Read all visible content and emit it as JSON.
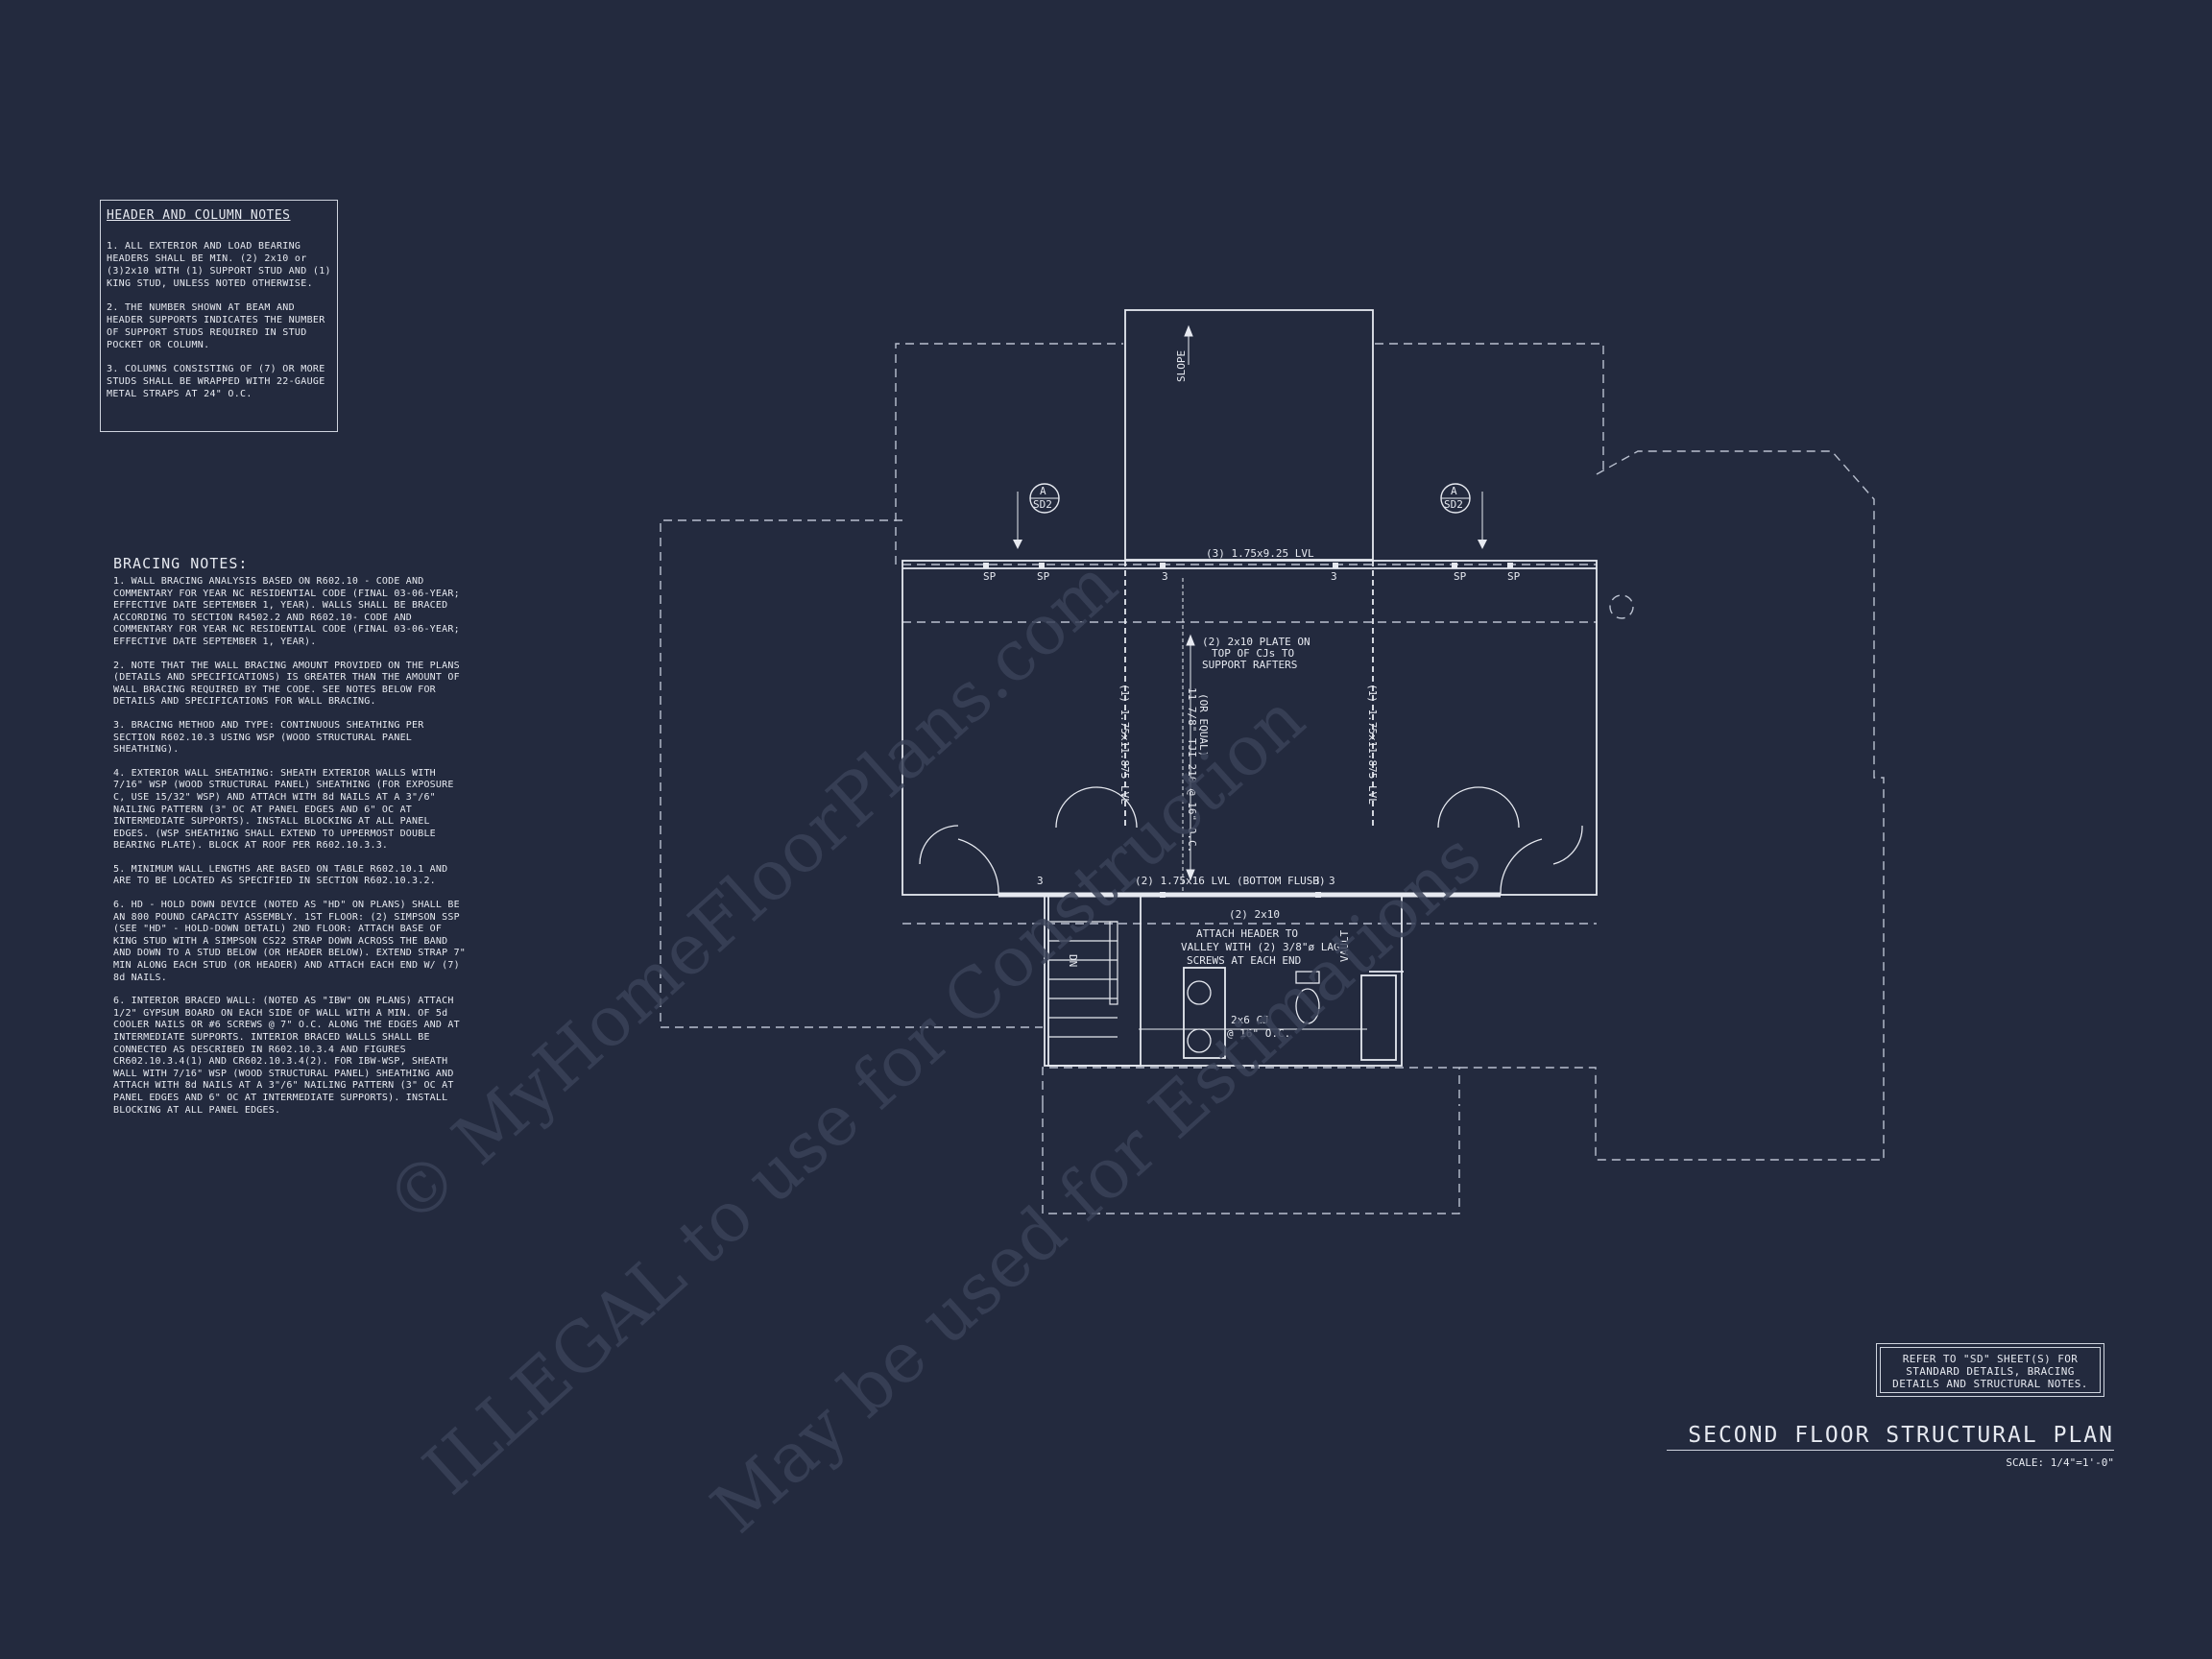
{
  "header_notes": {
    "title": "HEADER AND COLUMN NOTES",
    "items": [
      "1. ALL EXTERIOR AND LOAD BEARING HEADERS SHALL BE MIN. (2) 2x10 or (3)2x10 WITH (1) SUPPORT STUD AND (1) KING STUD, UNLESS NOTED OTHERWISE.",
      "2. THE NUMBER SHOWN AT BEAM AND HEADER SUPPORTS INDICATES THE NUMBER OF SUPPORT STUDS REQUIRED IN STUD POCKET OR COLUMN.",
      "3. COLUMNS CONSISTING OF (7) OR MORE STUDS SHALL BE WRAPPED WITH 22-GAUGE METAL STRAPS AT 24\" O.C."
    ]
  },
  "bracing_notes": {
    "title": "BRACING NOTES:",
    "items": [
      "1. WALL BRACING ANALYSIS BASED ON R602.10 - CODE AND COMMENTARY FOR YEAR NC RESIDENTIAL CODE (FINAL 03-06-YEAR; EFFECTIVE DATE SEPTEMBER 1, YEAR). WALLS SHALL BE BRACED ACCORDING TO SECTION R4502.2 AND R602.10- CODE AND COMMENTARY FOR YEAR NC RESIDENTIAL CODE (FINAL 03-06-YEAR; EFFECTIVE DATE SEPTEMBER 1, YEAR).",
      "2. NOTE THAT THE WALL BRACING AMOUNT PROVIDED ON THE PLANS (DETAILS AND SPECIFICATIONS) IS GREATER THAN THE AMOUNT OF WALL BRACING REQUIRED BY THE CODE. SEE NOTES BELOW FOR DETAILS AND SPECIFICATIONS FOR WALL BRACING.",
      "3. BRACING METHOD AND TYPE: CONTINUOUS SHEATHING PER SECTION R602.10.3 USING WSP (WOOD STRUCTURAL PANEL SHEATHING).",
      "4. EXTERIOR WALL SHEATHING: SHEATH EXTERIOR WALLS WITH 7/16\" WSP (WOOD STRUCTURAL PANEL) SHEATHING (FOR EXPOSURE C, USE 15/32\" WSP) AND ATTACH WITH 8d NAILS AT A 3\"/6\" NAILING PATTERN (3\" OC AT PANEL EDGES AND 6\" OC AT INTERMEDIATE SUPPORTS). INSTALL BLOCKING AT ALL PANEL EDGES. (WSP SHEATHING SHALL EXTEND TO UPPERMOST DOUBLE BEARING PLATE). BLOCK AT ROOF PER R602.10.3.3.",
      "5. MINIMUM WALL LENGTHS ARE BASED ON TABLE R602.10.1 AND ARE TO BE LOCATED AS SPECIFIED IN SECTION R602.10.3.2.",
      "6. HD - HOLD DOWN DEVICE (NOTED AS \"HD\" ON PLANS) SHALL BE AN 800 POUND CAPACITY ASSEMBLY. 1ST FLOOR: (2) SIMPSON SSP (SEE \"HD\" - HOLD-DOWN DETAIL) 2ND FLOOR: ATTACH BASE OF KING STUD WITH A SIMPSON CS22 STRAP DOWN ACROSS THE BAND AND DOWN TO A STUD BELOW (OR HEADER BELOW). EXTEND STRAP 7\" MIN ALONG EACH STUD (OR HEADER) AND ATTACH EACH END W/ (7) 8d NAILS.",
      "6. INTERIOR BRACED WALL: (NOTED AS \"IBW\" ON PLANS) ATTACH 1/2\" GYPSUM BOARD ON EACH SIDE OF WALL WITH A MIN. OF 5d COOLER NAILS OR #6 SCREWS @ 7\" O.C. ALONG THE EDGES AND AT INTERMEDIATE SUPPORTS. INTERIOR BRACED WALLS SHALL BE CONNECTED AS DESCRIBED IN R602.10.3.4 AND FIGURES CR602.10.3.4(1) AND CR602.10.3.4(2). FOR IBW-WSP, SHEATH WALL WITH 7/16\" WSP (WOOD STRUCTURAL PANEL) SHEATHING AND ATTACH WITH 8d NAILS AT A 3\"/6\" NAILING PATTERN (3\" OC AT PANEL EDGES AND 6\" OC AT INTERMEDIATE SUPPORTS). INSTALL BLOCKING AT ALL PANEL EDGES."
    ]
  },
  "reference_box": {
    "lines": [
      "REFER TO \"SD\" SHEET(S) FOR",
      "STANDARD DETAILS, BRACING",
      "DETAILS AND STRUCTURAL NOTES."
    ]
  },
  "plan_title": "SECOND FLOOR STRUCTURAL PLAN",
  "plan_scale": "SCALE: 1/4\"=1'-0\"",
  "plan_labels": {
    "slope": "SLOPE",
    "section_letter": "A",
    "section_sheet": "SD2",
    "top_beam": "(3) 1.75x9.25 LVL",
    "post_3": "3",
    "sp": "SP",
    "plate_note_1": "(2) 2x10 PLATE ON",
    "plate_note_2": "TOP OF CJs TO",
    "plate_note_3": "SUPPORT RAFTERS",
    "joist_note_1": "11 7/8\" TJI 210 @ 16\" O.C.",
    "joist_note_2": "(OR EQUAL)",
    "side_beam": "(1) 1.75x11.875 LVL",
    "bottom_beam": "(2) 1.75x16 LVL (BOTTOM FLUSH)",
    "header_2x10": "(2) 2x10",
    "attach_1": "ATTACH HEADER TO",
    "attach_2": "VALLEY WITH (2) 3/8\"ø LAG",
    "attach_3": "SCREWS AT EACH END",
    "cj_1": "2x6 CJ",
    "cj_2": "@ 16\" O.C.",
    "vault": "VAULT",
    "dn": "DN"
  },
  "watermark": {
    "line1": "© MyHomeFloorPlans.com",
    "line2": "ILLEGAL to use for Construction",
    "line3": "May be used for Estimations"
  },
  "colors": {
    "background": "#232a3e",
    "linework": "#e6e9f0",
    "dashed": "#b9c0cf",
    "watermark": "#3a4258"
  }
}
